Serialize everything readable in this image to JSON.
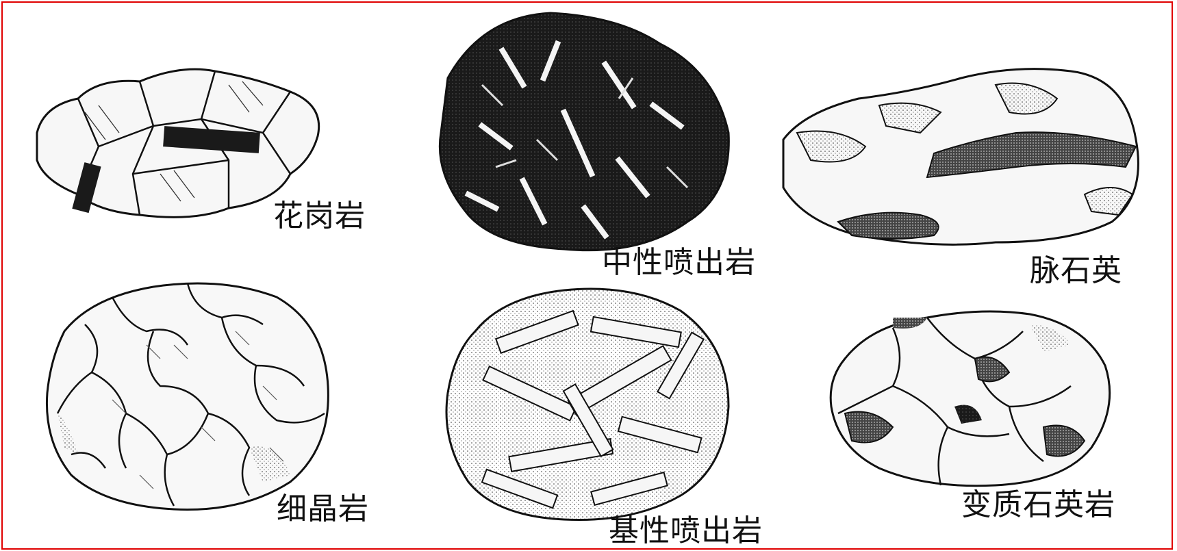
{
  "labels": {
    "granite": "花岗岩",
    "intermediate_volcanic": "中性喷出岩",
    "vein_quartz": "脉石英",
    "aplite": "细晶岩",
    "basic_volcanic": "基性喷出岩",
    "metaquartzite": "变质石英岩"
  },
  "colors": {
    "frame_border": "#e00000",
    "ink": "#111111",
    "background": "#ffffff"
  }
}
